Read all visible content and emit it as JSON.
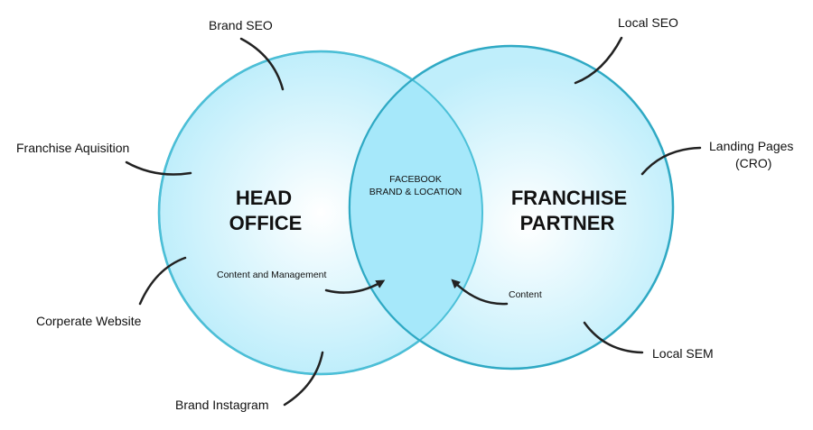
{
  "diagram": {
    "type": "venn",
    "colors": {
      "circle_stroke": "#2fa9c4",
      "circle_fill_edge": "#bfeefb",
      "circle_fill_center": "#ffffff",
      "overlap_fill": "#a6e8fa",
      "connector": "#222222",
      "text": "#111111"
    },
    "sets": {
      "left": {
        "title_line1": "HEAD",
        "title_line2": "OFFICE",
        "note": "Content and Management"
      },
      "right": {
        "title_line1": "FRANCHISE",
        "title_line2": "PARTNER",
        "note": "Content"
      },
      "overlap": {
        "line1": "FACEBOOK",
        "line2": "BRAND & LOCATION"
      }
    },
    "callouts": {
      "brand_seo": "Brand SEO",
      "franchise_aquisition": "Franchise Aquisition",
      "corperate_website": "Corperate Website",
      "brand_instagram": "Brand Instagram",
      "local_seo": "Local SEO",
      "landing_pages_line1": "Landing Pages",
      "landing_pages_line2": "(CRO)",
      "local_sem": "Local SEM"
    }
  }
}
